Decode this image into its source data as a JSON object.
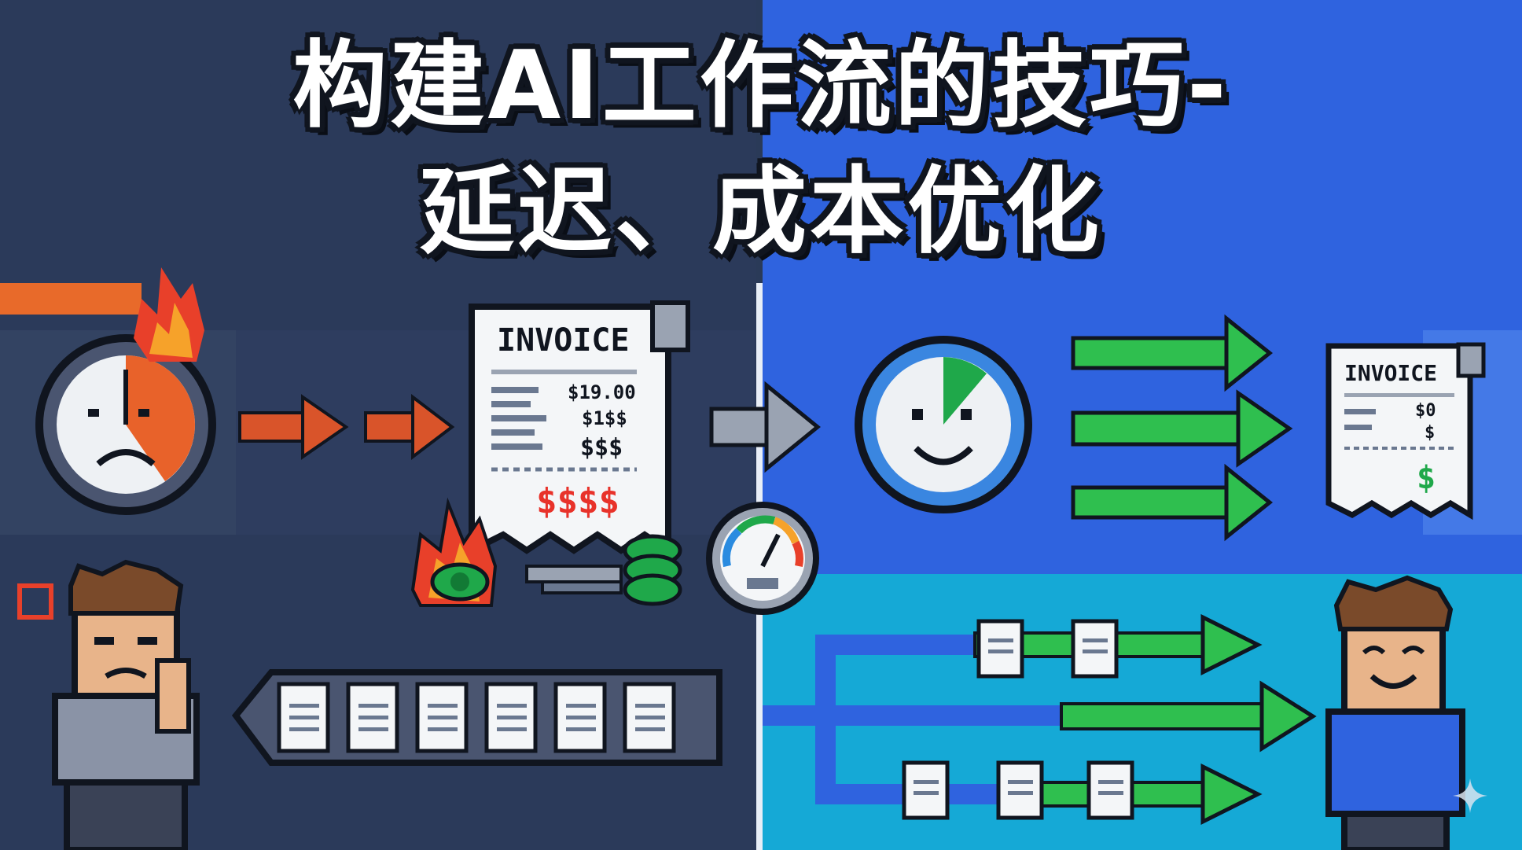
{
  "title": {
    "line1": "构建AI工作流的技巧-",
    "line2": "延迟、成本优化"
  },
  "left_invoice": {
    "heading": "INVOICE",
    "line1": "$19.00",
    "line2": "$1$$",
    "line3": "$$$",
    "total": "$$$$"
  },
  "right_invoice": {
    "heading": "INVOICE",
    "line1": "$0",
    "line2": "$",
    "total": "$"
  },
  "colors": {
    "left_bg": "#2b3a5a",
    "right_top_bg": "#2f63df",
    "right_bottom_bg": "#15a9d6",
    "slow_arrow": "#d9542a",
    "fast_arrow": "#2fbf4f",
    "money_red": "#e8322a",
    "money_green": "#1fa84a"
  },
  "icons": [
    "stopwatch-sad-icon",
    "fire-icon",
    "invoice-icon",
    "money-stack-icon",
    "gauge-icon",
    "stopwatch-happy-icon",
    "document-icon",
    "sparkle-icon"
  ]
}
